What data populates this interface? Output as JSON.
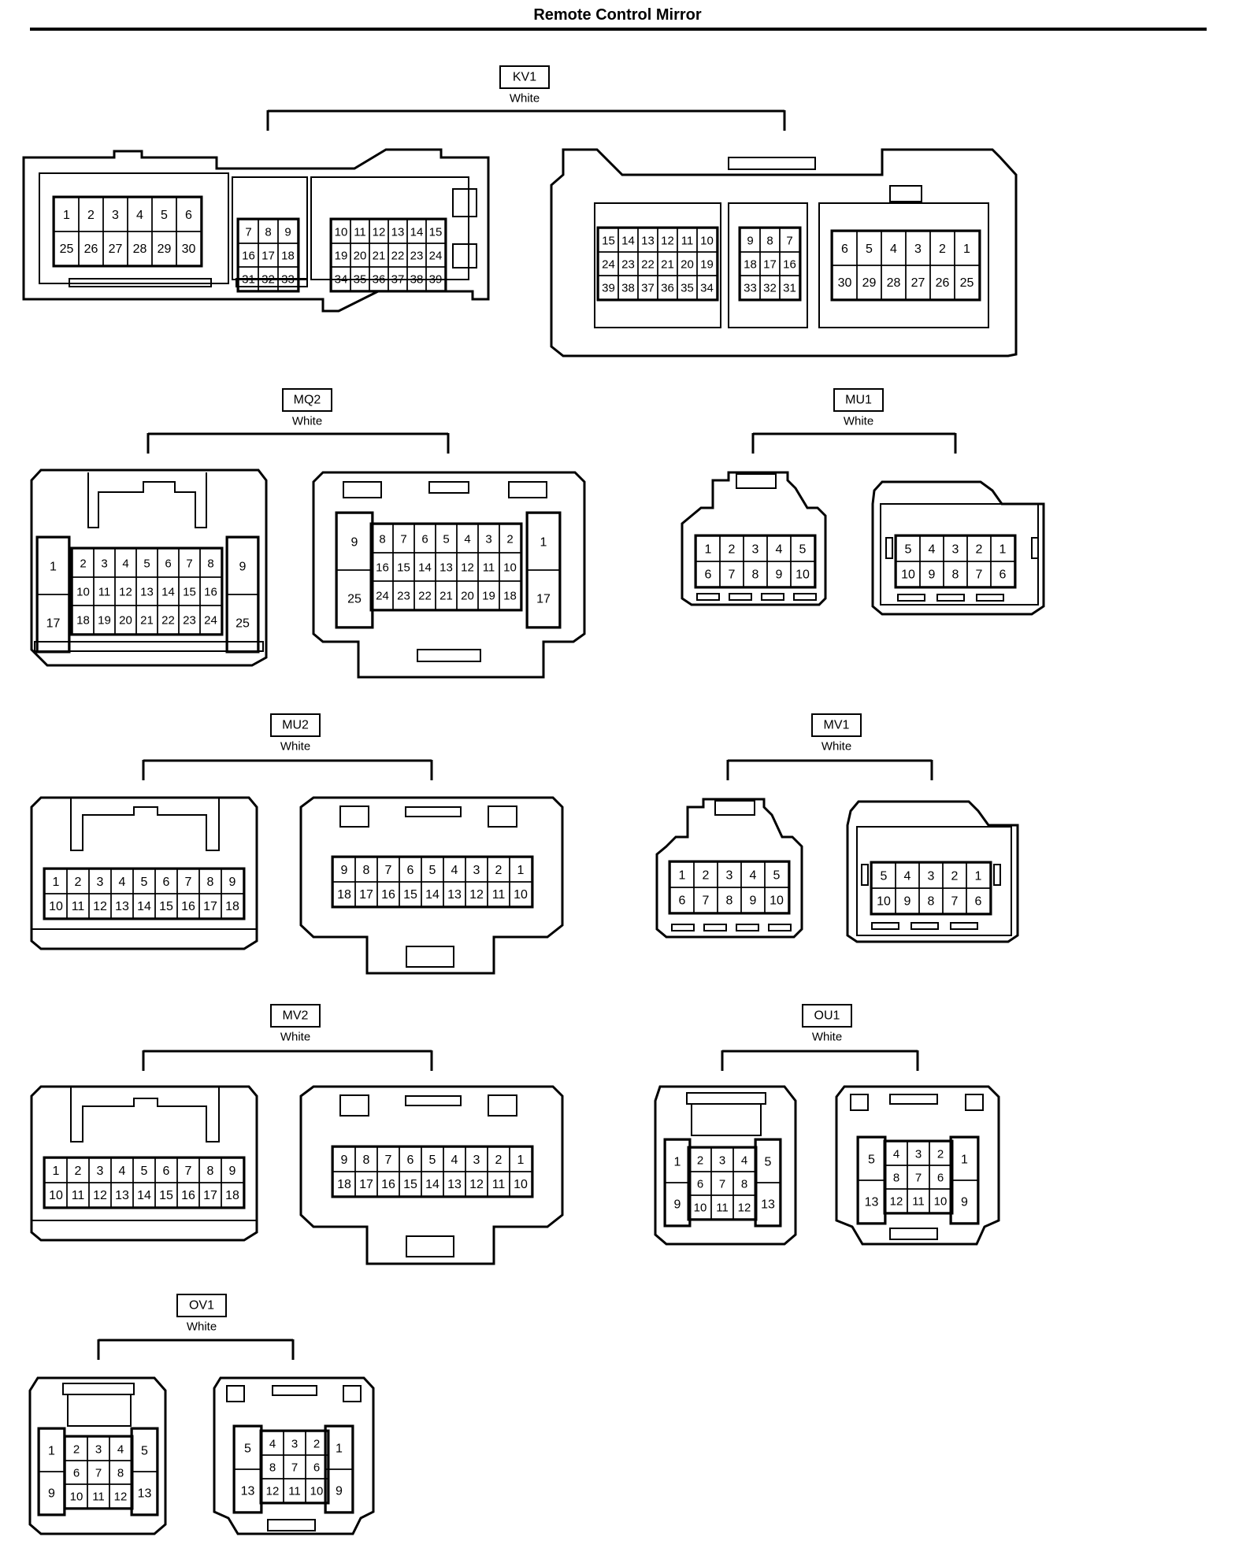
{
  "page_title": "Remote Control Mirror",
  "colors": {
    "line": "#000000",
    "background": "#ffffff"
  },
  "connectors": [
    {
      "id": "KV1",
      "color_label": "White",
      "male": [
        {
          "rows": [
            [
              "1",
              "2",
              "3",
              "4",
              "5",
              "6"
            ],
            [
              "25",
              "26",
              "27",
              "28",
              "29",
              "30"
            ]
          ]
        },
        {
          "rows": [
            [
              "7",
              "8",
              "9"
            ],
            [
              "16",
              "17",
              "18"
            ],
            [
              "31",
              "32",
              "33"
            ]
          ]
        },
        {
          "rows": [
            [
              "10",
              "11",
              "12",
              "13",
              "14",
              "15"
            ],
            [
              "19",
              "20",
              "21",
              "22",
              "23",
              "24"
            ],
            [
              "34",
              "35",
              "36",
              "37",
              "38",
              "39"
            ]
          ]
        }
      ],
      "female": [
        {
          "rows": [
            [
              "15",
              "14",
              "13",
              "12",
              "11",
              "10"
            ],
            [
              "24",
              "23",
              "22",
              "21",
              "20",
              "19"
            ],
            [
              "39",
              "38",
              "37",
              "36",
              "35",
              "34"
            ]
          ]
        },
        {
          "rows": [
            [
              "9",
              "8",
              "7"
            ],
            [
              "18",
              "17",
              "16"
            ],
            [
              "33",
              "32",
              "31"
            ]
          ]
        },
        {
          "rows": [
            [
              "6",
              "5",
              "4",
              "3",
              "2",
              "1"
            ],
            [
              "30",
              "29",
              "28",
              "27",
              "26",
              "25"
            ]
          ]
        }
      ]
    },
    {
      "id": "MQ2",
      "color_label": "White",
      "male": {
        "left": [
          "1",
          "17"
        ],
        "rows": [
          [
            "2",
            "3",
            "4",
            "5",
            "6",
            "7",
            "8"
          ],
          [
            "10",
            "11",
            "12",
            "13",
            "14",
            "15",
            "16"
          ],
          [
            "18",
            "19",
            "20",
            "21",
            "22",
            "23",
            "24"
          ]
        ],
        "right": [
          "9",
          "25"
        ]
      },
      "female": {
        "left": [
          "9",
          "25"
        ],
        "rows": [
          [
            "8",
            "7",
            "6",
            "5",
            "4",
            "3",
            "2"
          ],
          [
            "16",
            "15",
            "14",
            "13",
            "12",
            "11",
            "10"
          ],
          [
            "24",
            "23",
            "22",
            "21",
            "20",
            "19",
            "18"
          ]
        ],
        "right": [
          "1",
          "17"
        ]
      }
    },
    {
      "id": "MU1",
      "color_label": "White",
      "male": [
        [
          "1",
          "2",
          "3",
          "4",
          "5"
        ],
        [
          "6",
          "7",
          "8",
          "9",
          "10"
        ]
      ],
      "female": [
        [
          "5",
          "4",
          "3",
          "2",
          "1"
        ],
        [
          "10",
          "9",
          "8",
          "7",
          "6"
        ]
      ]
    },
    {
      "id": "MU2",
      "color_label": "White",
      "male": [
        [
          "1",
          "2",
          "3",
          "4",
          "5",
          "6",
          "7",
          "8",
          "9"
        ],
        [
          "10",
          "11",
          "12",
          "13",
          "14",
          "15",
          "16",
          "17",
          "18"
        ]
      ],
      "female": [
        [
          "9",
          "8",
          "7",
          "6",
          "5",
          "4",
          "3",
          "2",
          "1"
        ],
        [
          "18",
          "17",
          "16",
          "15",
          "14",
          "13",
          "12",
          "11",
          "10"
        ]
      ]
    },
    {
      "id": "MV1",
      "color_label": "White",
      "male": [
        [
          "1",
          "2",
          "3",
          "4",
          "5"
        ],
        [
          "6",
          "7",
          "8",
          "9",
          "10"
        ]
      ],
      "female": [
        [
          "5",
          "4",
          "3",
          "2",
          "1"
        ],
        [
          "10",
          "9",
          "8",
          "7",
          "6"
        ]
      ]
    },
    {
      "id": "MV2",
      "color_label": "White",
      "male": [
        [
          "1",
          "2",
          "3",
          "4",
          "5",
          "6",
          "7",
          "8",
          "9"
        ],
        [
          "10",
          "11",
          "12",
          "13",
          "14",
          "15",
          "16",
          "17",
          "18"
        ]
      ],
      "female": [
        [
          "9",
          "8",
          "7",
          "6",
          "5",
          "4",
          "3",
          "2",
          "1"
        ],
        [
          "18",
          "17",
          "16",
          "15",
          "14",
          "13",
          "12",
          "11",
          "10"
        ]
      ]
    },
    {
      "id": "OU1",
      "color_label": "White",
      "male": {
        "left": [
          "1",
          "9"
        ],
        "rows": [
          [
            "2",
            "3",
            "4"
          ],
          [
            "6",
            "7",
            "8"
          ],
          [
            "10",
            "11",
            "12"
          ]
        ],
        "right": [
          "5",
          "13"
        ]
      },
      "female": {
        "left": [
          "5",
          "13"
        ],
        "rows": [
          [
            "4",
            "3",
            "2"
          ],
          [
            "8",
            "7",
            "6"
          ],
          [
            "12",
            "11",
            "10"
          ]
        ],
        "right": [
          "1",
          "9"
        ]
      }
    },
    {
      "id": "OV1",
      "color_label": "White",
      "male": {
        "left": [
          "1",
          "9"
        ],
        "rows": [
          [
            "2",
            "3",
            "4"
          ],
          [
            "6",
            "7",
            "8"
          ],
          [
            "10",
            "11",
            "12"
          ]
        ],
        "right": [
          "5",
          "13"
        ]
      },
      "female": {
        "left": [
          "5",
          "13"
        ],
        "rows": [
          [
            "4",
            "3",
            "2"
          ],
          [
            "8",
            "7",
            "6"
          ],
          [
            "12",
            "11",
            "10"
          ]
        ],
        "right": [
          "1",
          "9"
        ]
      }
    }
  ]
}
